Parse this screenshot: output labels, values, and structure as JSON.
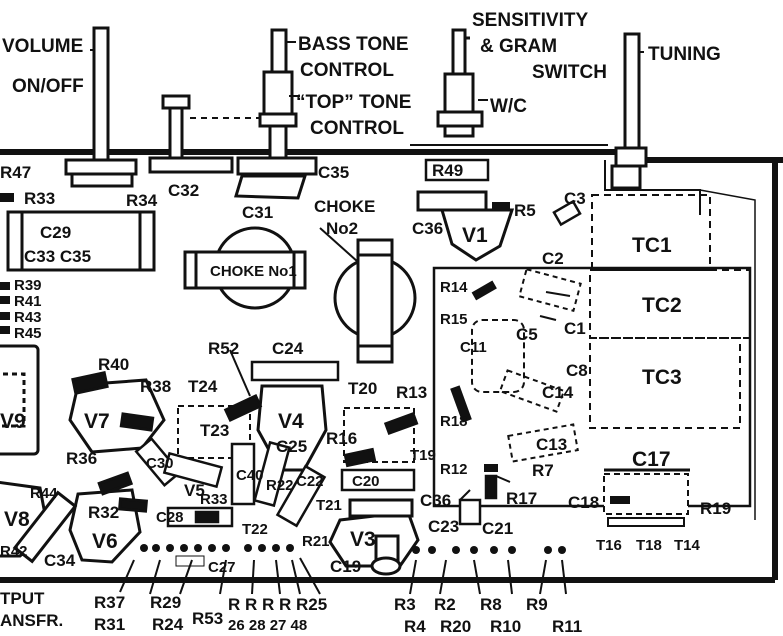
{
  "controls": {
    "volume_line1": "VOLUME",
    "volume_line2": "ON/OFF",
    "bass_line1": "BASS TONE",
    "bass_line2": "CONTROL",
    "top_line1": "“TOP” TONE",
    "top_line2": "CONTROL",
    "sens_line1": "SENSITIVITY",
    "sens_line2": "& GRAM",
    "sens_line3": "SWITCH",
    "wc": "W/C",
    "tuning": "TUNING"
  },
  "components": {
    "r47": "R47",
    "r33": "R33",
    "r34": "R34",
    "c32": "C32",
    "c31": "C31",
    "c35": "C35",
    "r49": "R49",
    "c36_top": "C36",
    "v1": "V1",
    "r5": "R5",
    "c3": "C3",
    "tc1": "TC1",
    "tc2": "TC2",
    "tc3": "TC3",
    "c29_line1": "C29",
    "c29_line2": "C33 C35",
    "choke1": "CHOKE No1",
    "choke2_line1": "CHOKE",
    "choke2_line2": "No2",
    "r39": "R39",
    "r41": "R41",
    "r43": "R43",
    "r45": "R45",
    "r14": "R14",
    "r15": "R15",
    "c11": "C11",
    "c5": "C5",
    "c2": "C2",
    "c1": "C1",
    "c8": "C8",
    "c14": "C14",
    "r18": "R18",
    "c13": "C13",
    "r12": "R12",
    "r7": "R7",
    "r40": "R40",
    "r52": "R52",
    "c24": "C24",
    "r38": "R38",
    "t24": "T24",
    "t23": "T23",
    "v4": "V4",
    "c25": "C25",
    "t20": "T20",
    "r13": "R13",
    "t19": "T19",
    "r16": "R16",
    "v7": "V7",
    "v9": "V9",
    "c30": "C30",
    "v5": "V5",
    "c40": "C40",
    "r22": "R22",
    "c22": "C22",
    "t21": "T21",
    "c20": "C20",
    "c36_mid": "C36",
    "r17": "R17",
    "c17": "C17",
    "c18": "C18",
    "r19": "R19",
    "r36": "R36",
    "r44": "R44",
    "r33_mid": "R33",
    "v8": "V8",
    "r32": "R32",
    "v6": "V6",
    "c28": "C28",
    "c34": "C34",
    "r42": "R42",
    "t22": "T22",
    "r21": "R21",
    "v3": "V3",
    "c23": "C23",
    "c21": "C21",
    "c19": "C19",
    "c27": "C27",
    "t16": "T16",
    "t18": "T18",
    "t14": "T14",
    "output_line1": "TPUT",
    "output_line2": "ANSFR."
  },
  "bottom_labels": {
    "r37": "R37",
    "r31": "R31",
    "r29": "R29",
    "r24": "R24",
    "r53": "R53",
    "r_group": "R R R R R25",
    "r_nums": "26 28 27 48",
    "r3": "R3",
    "r4": "R4",
    "r2": "R2",
    "r20": "R20",
    "r8": "R8",
    "r10": "R10",
    "r9": "R9",
    "r11": "R11"
  },
  "colors": {
    "ink": "#111111",
    "paper": "#ffffff"
  }
}
